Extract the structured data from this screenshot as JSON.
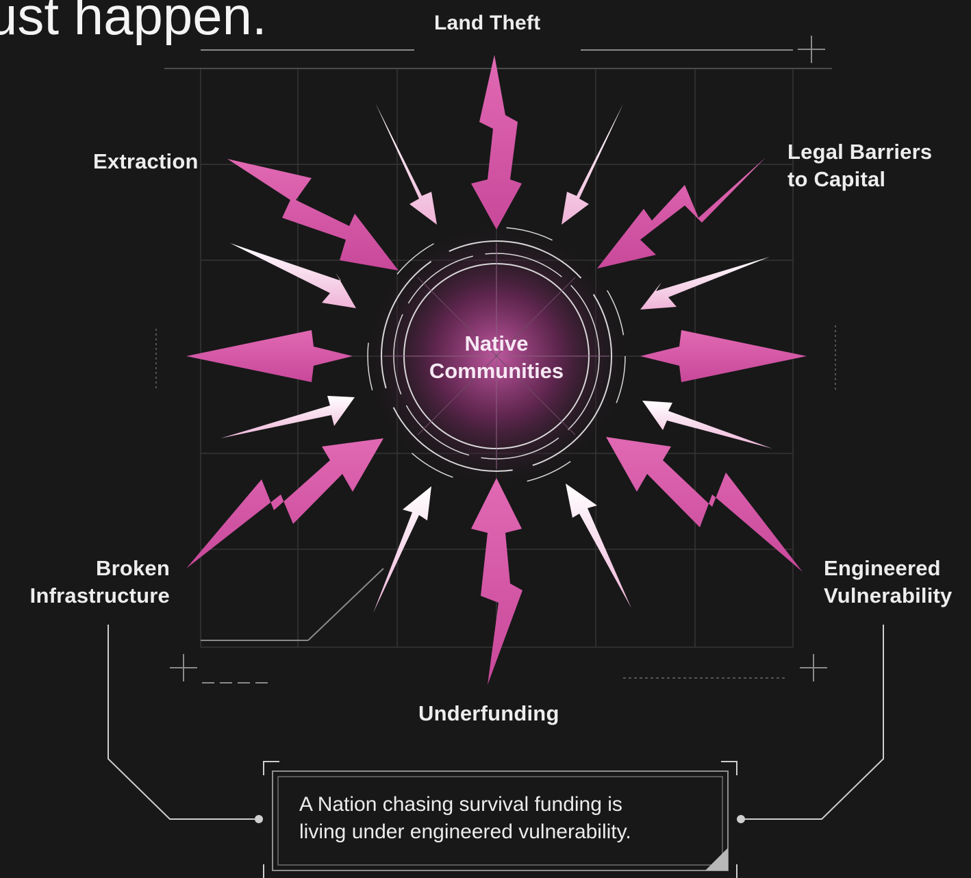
{
  "heading": "ust happen.",
  "center": {
    "label": "Native\nCommunities"
  },
  "forces": [
    {
      "id": "land-theft",
      "label": "Land Theft"
    },
    {
      "id": "extraction",
      "label": "Extraction"
    },
    {
      "id": "legal-barriers",
      "label": "Legal Barriers\nto Capital"
    },
    {
      "id": "broken-infrastructure",
      "label": "Broken\nInfrastructure"
    },
    {
      "id": "engineered-vulnerability",
      "label": "Engineered\nVulnerability"
    },
    {
      "id": "underfunding",
      "label": "Underfunding"
    }
  ],
  "callout": {
    "text": "A Nation chasing survival funding is\nliving under engineered vulnerability."
  },
  "colors": {
    "background": "#181818",
    "accent_magenta": "#d94fa6",
    "accent_light_pink": "#f6c9e4",
    "grid_line": "#3a3a3a",
    "frame_line": "#cfcfcf"
  }
}
